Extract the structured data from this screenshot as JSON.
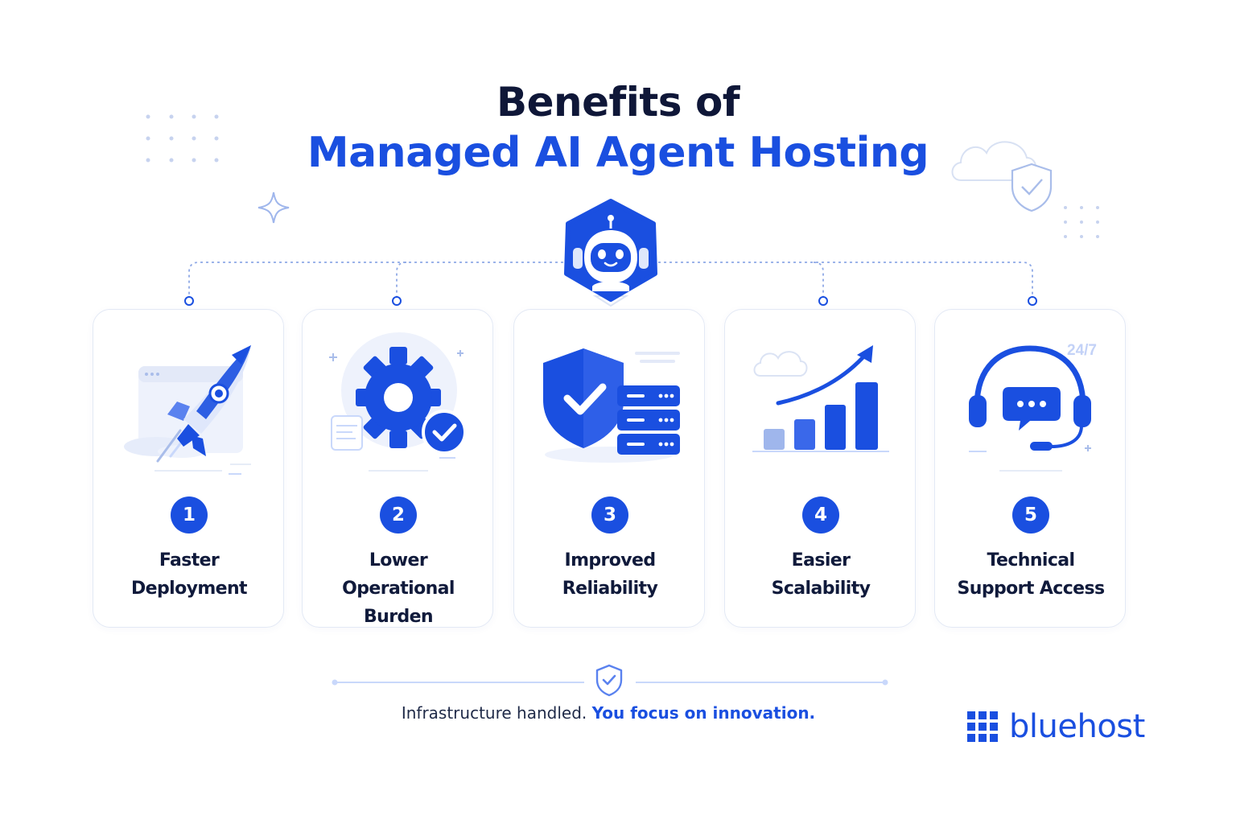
{
  "title": {
    "line1": "Benefits of",
    "line2": "Managed AI Agent Hosting"
  },
  "colors": {
    "accent": "#1a4fe0",
    "dark": "#0f1738",
    "light_accent": "#c9d8fb",
    "card_border": "#e3e9f5"
  },
  "hub_icon": "robot-icon",
  "benefits": [
    {
      "number": "1",
      "line1": "Faster",
      "line2": "Deployment",
      "icon": "rocket-icon"
    },
    {
      "number": "2",
      "line1": "Lower",
      "line2": "Operational Burden",
      "icon": "gear-check-icon"
    },
    {
      "number": "3",
      "line1": "Improved",
      "line2": "Reliability",
      "icon": "shield-server-icon"
    },
    {
      "number": "4",
      "line1": "Easier",
      "line2": "Scalability",
      "icon": "growth-chart-icon"
    },
    {
      "number": "5",
      "line1": "Technical",
      "line2": "Support Access",
      "icon": "headset-chat-icon",
      "badge": "24/7"
    }
  ],
  "tagline": {
    "part1": "Infrastructure handled.",
    "part2": "You focus on innovation."
  },
  "brand": {
    "name": "bluehost",
    "icon": "grid-logo-icon"
  }
}
